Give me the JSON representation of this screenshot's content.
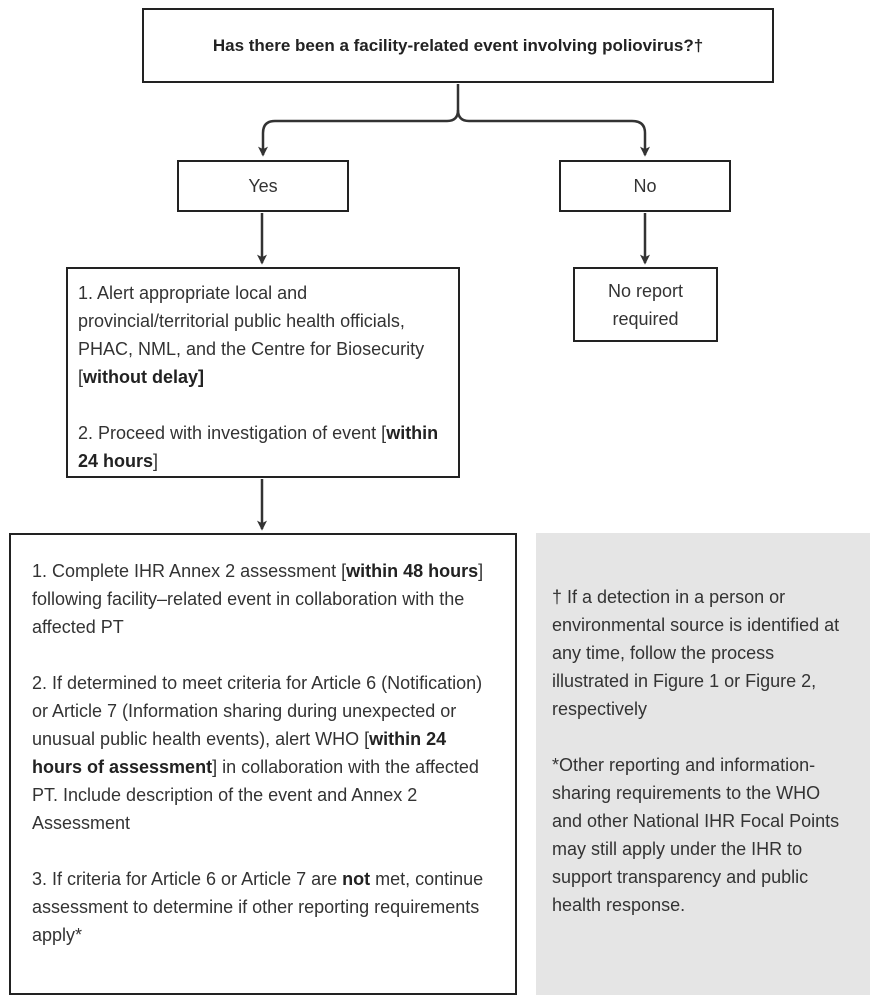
{
  "question": "Has there been a facility-related event involving poliovirus?†",
  "yes_label": "Yes",
  "no_label": "No",
  "no_report_line1": "No report",
  "no_report_line2": "required",
  "alert_step": {
    "step1_prefix": "1. Alert appropriate local and provincial/territorial public health officials, PHAC, NML, and the Centre for Biosecurity [",
    "step1_bold": "without delay]",
    "step2_prefix": "2. Proceed with investigation of event [",
    "step2_bold": "within 24 hours",
    "step2_suffix": "]"
  },
  "ihr_step": {
    "item1_prefix": "1. Complete IHR Annex 2 assessment [",
    "item1_bold": "within 48 hours",
    "item1_suffix": "] following facility–related event in collaboration with the affected PT",
    "item2_prefix": "2. If determined to meet criteria for Article 6 (Notification) or Article 7 (Information sharing during unexpected or unusual public health events), alert WHO [",
    "item2_bold": "within 24 hours of assessment",
    "item2_suffix": "] in collaboration with the affected PT. Include description of the event and Annex 2 Assessment",
    "item3_prefix": "3. If criteria for Article 6 or Article 7 are ",
    "item3_bold": "not",
    "item3_suffix": " met, continue assessment to determine if other reporting requirements apply*"
  },
  "notes": {
    "dagger_note": "† If a detection in a person or environmental source is identified at any time, follow the process illustrated in Figure 1 or Figure 2, respectively",
    "asterisk_note": "*Other reporting and information-sharing requirements to the WHO and other National IHR Focal Points may still apply under the IHR to support transparency and public health response."
  }
}
